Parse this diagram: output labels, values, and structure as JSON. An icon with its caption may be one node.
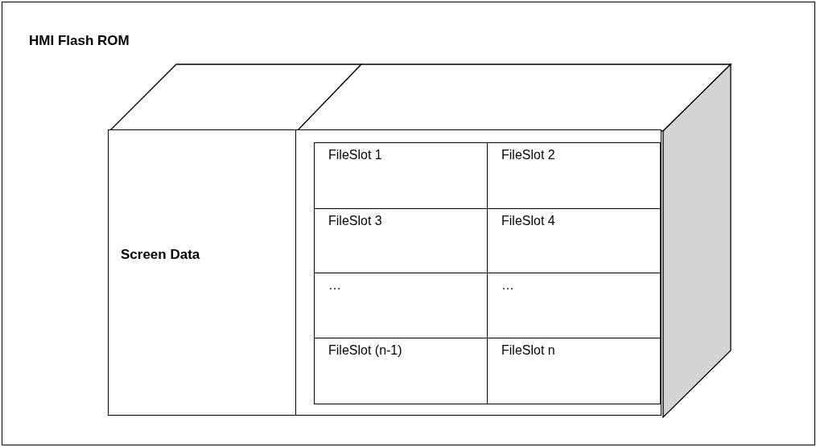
{
  "diagram": {
    "nodes": [
      {
        "text": [
          "HMI Flash ROM"
        ]
      },
      {
        "text": [
          "Screen Data"
        ],
        "in": 0
      },
      {
        "text": [],
        "shape": "box",
        "in": 0
      },
      {
        "text": [
          "FileSlot 1"
        ],
        "in": 2
      },
      {
        "text": [
          "FileSlot 2"
        ],
        "in": 2
      },
      {
        "text": [
          "FileSlot 3"
        ],
        "in": 2
      },
      {
        "text": [
          "FileSlot 4"
        ],
        "in": 2
      },
      {
        "text": [
          "…"
        ],
        "in": 2
      },
      {
        "text": [
          "…"
        ],
        "in": 2
      },
      {
        "text": [
          "FileSlot (n-1)"
        ],
        "in": 2
      },
      {
        "text": [
          "FileSlot n"
        ],
        "in": 2
      }
    ]
  }
}
